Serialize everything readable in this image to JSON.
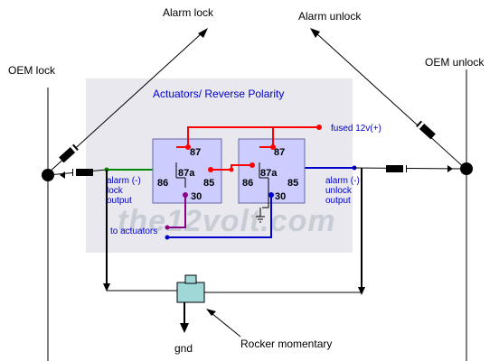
{
  "labels": {
    "alarm_lock": "Alarm lock",
    "alarm_unlock": "Alarm unlock",
    "oem_lock": "OEM lock",
    "oem_unlock": "OEM unlock",
    "title": "Actuators/ Reverse Polarity",
    "fused": "fused 12v(+)",
    "lock_output": [
      "alarm (-)",
      "lock",
      "output"
    ],
    "unlock_output": [
      "alarm (-)",
      "unlock",
      "output"
    ],
    "to_actuators": "to actuators",
    "gnd": "gnd",
    "rocker": "Rocker momentary",
    "watermark": "the12volt.com"
  },
  "relays": [
    {
      "pins": [
        "87",
        "87a",
        "86",
        "85",
        "30"
      ]
    },
    {
      "pins": [
        "87",
        "87a",
        "86",
        "85",
        "30"
      ]
    }
  ],
  "colors": {
    "background_panel": "#e8e8ee",
    "relay_fill": "#ccccff",
    "power": "#ff0000",
    "lock": "#008800",
    "unlock": "#0000cc",
    "actuator_a": "#880088",
    "actuator_b": "#0000cc",
    "ground": "#000000",
    "switch": "#a0d8d8"
  }
}
